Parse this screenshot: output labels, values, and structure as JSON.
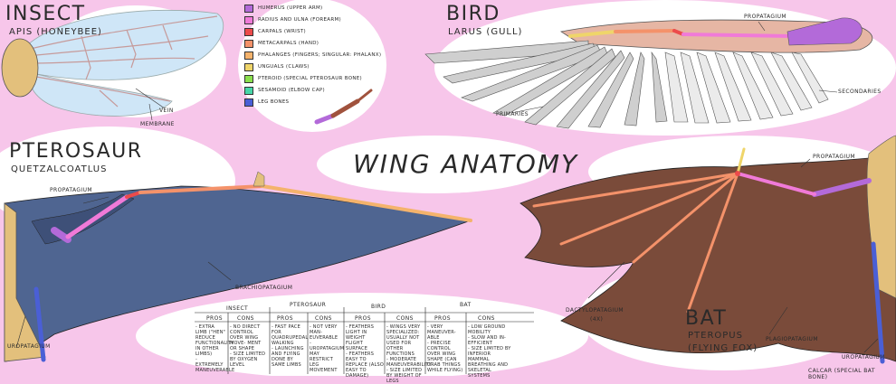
{
  "title": "WING ANATOMY",
  "insect": {
    "name": "INSECT",
    "species": "APIS (HONEYBEE)",
    "labels": {
      "vein": "VEIN",
      "membrane": "MEMBRANE"
    }
  },
  "bird": {
    "name": "BIRD",
    "species": "LARUS (GULL)",
    "labels": {
      "propatagium": "PROPATAGIUM",
      "primaries": "PRIMARIES",
      "secondaries": "SECONDARIES"
    }
  },
  "pterosaur": {
    "name": "PTEROSAUR",
    "species": "QUETZALCOATLUS",
    "labels": {
      "propatagium": "PROPATAGIUM",
      "brachiopatagium": "BRACHIOPATAGIUM",
      "uropatagium": "UROPATAGIUM"
    }
  },
  "bat": {
    "name": "BAT",
    "species": "PTEROPUS",
    "common": "(FLYING FOX)",
    "labels": {
      "propatagium": "PROPATAGIUM",
      "dactylopatagium": "DACTYLOPATAGIUM",
      "dactylopatagium_suffix": "(4X)",
      "plagiopatagium": "PLAGIOPATAGIUM",
      "uropatagium": "UROPATAGIUM",
      "calcar": "CALCAR (SPECIAL BAT BONE)"
    }
  },
  "legend": [
    {
      "label": "HUMERUS (UPPER ARM)",
      "color": "#b36ad9"
    },
    {
      "label": "RADIUS AND ULNA (FOREARM)",
      "color": "#f07ad8"
    },
    {
      "label": "CARPALS (WRIST)",
      "color": "#ec4b4b"
    },
    {
      "label": "METACARPALS (HAND)",
      "color": "#f4926a"
    },
    {
      "label": "PHALANGES (FINGERS; SINGULAR: PHALANX)",
      "color": "#f4b36c"
    },
    {
      "label": "UNGUALS (CLAWS)",
      "color": "#efd56a"
    },
    {
      "label": "PTEROID (SPECIAL PTEROSAUR BONE)",
      "color": "#8be04e"
    },
    {
      "label": "SESAMOID (ELBOW CAP)",
      "color": "#48d6a8"
    },
    {
      "label": "LEG BONES",
      "color": "#4a5fd6"
    }
  ],
  "table": {
    "groups": [
      "INSECT",
      "PTEROSAUR",
      "BIRD",
      "BAT"
    ],
    "pros_label": "PROS",
    "cons_label": "CONS",
    "cells": [
      [
        "- EXTRA LIMB (\"HEN\" REDUCE FUNCTIONALITY IN OTHER LIMBS)",
        "- EXTREMELY MANEUVERABLE"
      ],
      [
        "- NO DIRECT CONTROL OVER WING MOVE- MENT OR SHAPE",
        "- SIZE LIMITED BY OXYGEN LEVEL"
      ],
      [
        "- FAST PACE FOR QUADRUPEDAL WALKING",
        "- LAUNCHING AND FLYING DONE BY SAME LIMBS"
      ],
      [
        "- NOT VERY MAN- EUVERABLE",
        "- UROPATAGIUM MAY RESTRICT LEG MOVEMENT"
      ],
      [
        "- FEATHERS LIGHT IN WEIGHT FLIGHT SURFACE",
        "- FEATHERS EASY TO REPLACE (ALSO EASY TO DAMAGE)"
      ],
      [
        "- WINGS VERY SPECIALIZED: USUALLY NOT USED FOR OTHER FUNCTIONS",
        "- MODERATE MANEUVERABILITY",
        "- SIZE LIMITED BY WEIGHT OF LEGS"
      ],
      [
        "- VERY MANEUVER- ABLE",
        "- PRECISE CONTROL OVER WING SHAPE (CAN GRAB THINGS WHILE FLYING)"
      ],
      [
        "- LOW GROUND MOBILITY",
        "- SLOW AND IN- EFFICIENT",
        "- SIZE LIMITED BY INFERIOR MAMMAL BREATHING AND SKELETAL SYSTEMS"
      ]
    ]
  }
}
